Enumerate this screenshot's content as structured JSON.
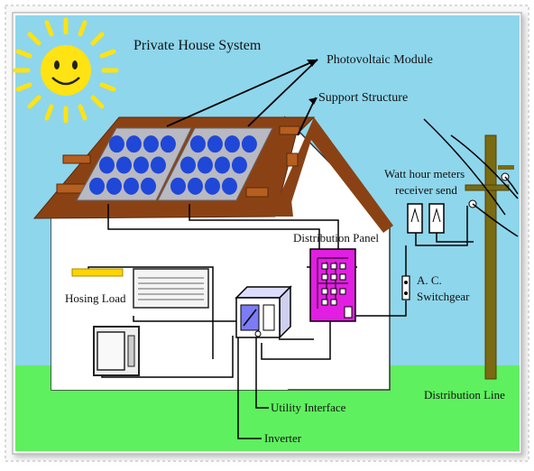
{
  "title": "Private House System",
  "labels": {
    "pv_module": "Photovoltaic Module",
    "support": "Support Structure",
    "meters_line1": "Watt hour meters",
    "meters_receiver": "receiver",
    "meters_send": "send",
    "dist_panel": "Distribution Panel",
    "ac_line1": "A. C.",
    "ac_line2": "Switchgear",
    "housing_load": "Hosing Load",
    "utility": "Utility Interface",
    "inverter": "Inverter",
    "dist_line": "Distribution Line"
  },
  "colors": {
    "sky": "#8ed6ec",
    "ground": "#5ff05f",
    "roof": "#8a4215",
    "house": "#ffffff",
    "panel_cell": "#1f47d8",
    "panel_frame": "#b9b9c2",
    "dist_panel": "#e21ee2",
    "inverter": "#7c7cf5",
    "sun": "#ffe312",
    "pole": "#7a6a12",
    "lamp": "#ffd400"
  }
}
